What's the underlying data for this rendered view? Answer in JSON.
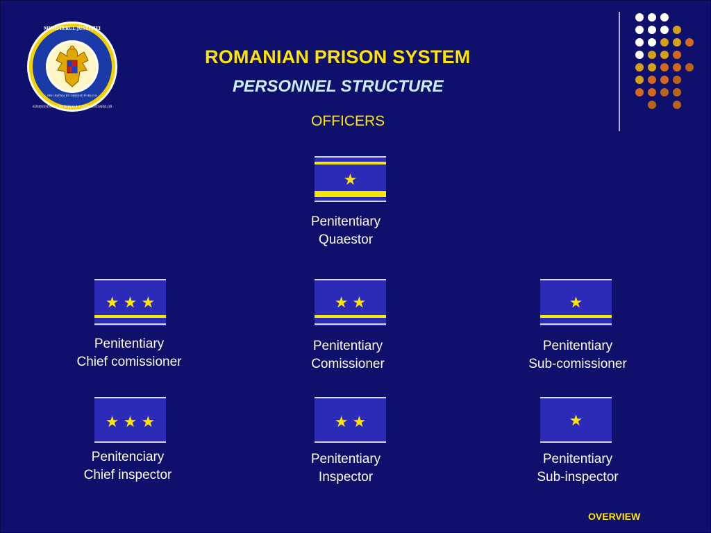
{
  "header": {
    "title": "ROMANIAN PRISON SYSTEM",
    "subtitle": "PERSONNEL STRUCTURE",
    "section": "OFFICERS"
  },
  "emblem": {
    "top_text": "MINISTERUL JUSTIȚIEI",
    "bottom_text": "ADMINISTRAȚIA NAȚIONALĂ A PENITENCIARELOR",
    "motto": "PRO PATRIA ET ORDINE PUBLICO"
  },
  "ranks": {
    "quaestor": {
      "line1": "Penitentiary",
      "line2": "Quaestor",
      "stars": "★"
    },
    "chief_commissioner": {
      "line1": "Penitentiary",
      "line2": "Chief comissioner",
      "stars": "★ ★ ★"
    },
    "commissioner": {
      "line1": "Penitentiary",
      "line2": "Comissioner",
      "stars": "★ ★"
    },
    "sub_commissioner": {
      "line1": "Penitentiary",
      "line2": "Sub-comissioner",
      "stars": "★"
    },
    "chief_inspector": {
      "line1": "Penitenciary",
      "line2": "Chief inspector",
      "stars": "★ ★ ★"
    },
    "inspector": {
      "line1": "Penitentiary",
      "line2": "Inspector",
      "stars": "★   ★"
    },
    "sub_inspector": {
      "line1": "Penitentiary",
      "line2": "Sub-inspector",
      "stars": "★"
    }
  },
  "nav": {
    "overview": "OVERVIEW"
  },
  "colors": {
    "background": "#0f0f6c",
    "title": "#ffe600",
    "subtitle": "#ccecff",
    "insignia_blue": "#2b2bb8",
    "stripe_yellow": "#f5e800",
    "dot_white": "#ffffff",
    "dot_gold": "#d4a017",
    "dot_orange": "#d2691e",
    "dot_brown": "#b8651a"
  }
}
